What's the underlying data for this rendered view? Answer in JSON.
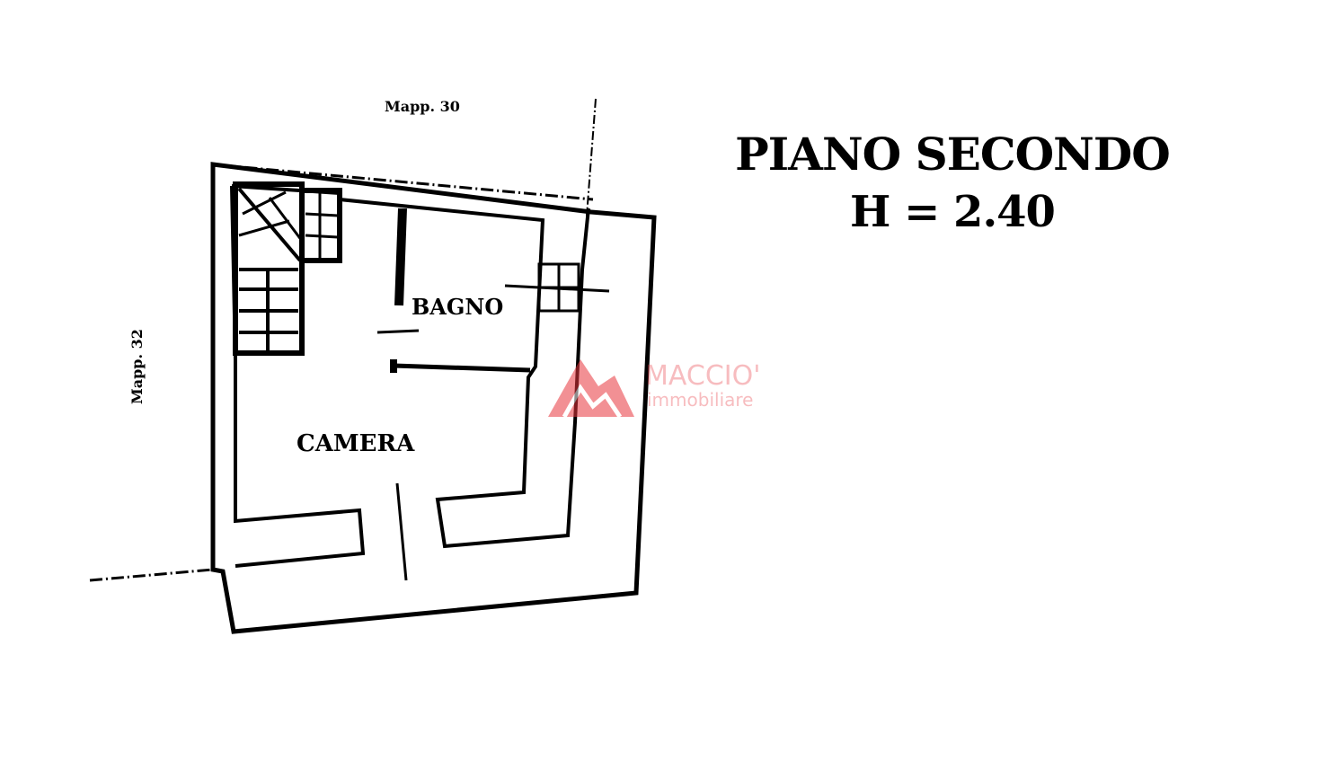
{
  "heading": {
    "title": "PIANO SECONDO",
    "height": "H = 2.40"
  },
  "rooms": {
    "bath": "BAGNO",
    "bedroom": "CAMERA"
  },
  "border_labels": {
    "top": "Mapp. 30",
    "left": "Mapp. 32"
  },
  "watermark": {
    "name": "MACCIO'",
    "subtitle": "immobiliare",
    "color": "#e8363d"
  },
  "colors": {
    "ink": "#000000",
    "background": "#ffffff"
  }
}
